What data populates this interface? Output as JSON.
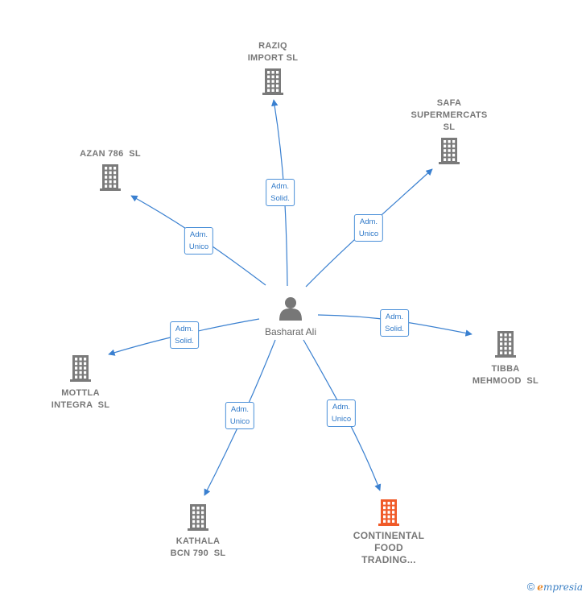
{
  "center": {
    "name": "Basharat Ali"
  },
  "nodes": [
    {
      "id": "raziq",
      "label": "RAZIQ\nIMPORT SL",
      "highlight": false
    },
    {
      "id": "safa",
      "label": "SAFA\nSUPERMERCATS\nSL",
      "highlight": false
    },
    {
      "id": "azan",
      "label": "AZAN 786  SL",
      "highlight": false
    },
    {
      "id": "tibba",
      "label": "TIBBA\nMEHMOOD  SL",
      "highlight": false
    },
    {
      "id": "mottla",
      "label": "MOTTLA\nINTEGRA  SL",
      "highlight": false
    },
    {
      "id": "kathala",
      "label": "KATHALA\nBCN 790  SL",
      "highlight": false
    },
    {
      "id": "continental",
      "label": "CONTINENTAL\nFOOD\nTRADING...",
      "highlight": true
    }
  ],
  "edges": [
    {
      "to": "raziq",
      "label": "Adm.\nSolid."
    },
    {
      "to": "safa",
      "label": "Adm.\nUnico"
    },
    {
      "to": "azan",
      "label": "Adm.\nUnico"
    },
    {
      "to": "tibba",
      "label": "Adm.\nSolid."
    },
    {
      "to": "mottla",
      "label": "Adm.\nSolid."
    },
    {
      "to": "kathala",
      "label": "Adm.\nUnico"
    },
    {
      "to": "continental",
      "label": "Adm.\nUnico"
    }
  ],
  "colors": {
    "edge": "#3a80d0",
    "building": "#7a7a7a",
    "highlight": "#f05a28",
    "person": "#777777"
  },
  "icons": {
    "company": "building-icon",
    "person": "person-icon"
  },
  "brand": {
    "copyright": "©",
    "initial": "e",
    "rest": "mpresia"
  }
}
